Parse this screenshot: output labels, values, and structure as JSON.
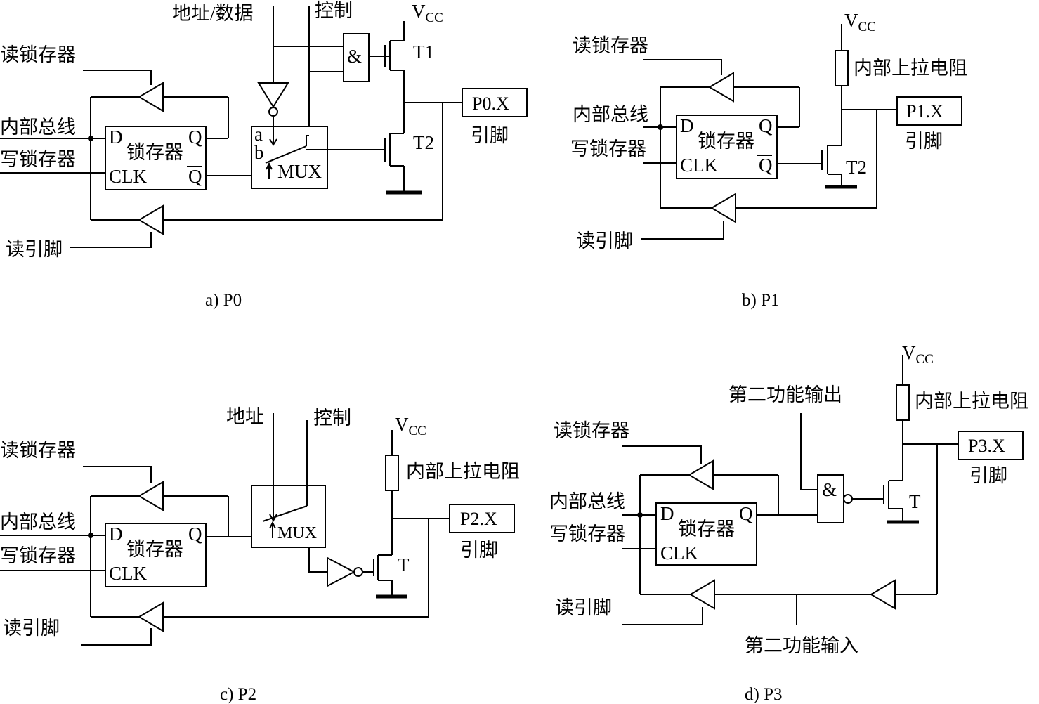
{
  "panels": {
    "a": {
      "caption": "a)  P0",
      "vcc": "V",
      "vcc_sub": "CC",
      "addr_data": "地址/数据",
      "control": "控制",
      "read_latch": "读锁存器",
      "internal_bus": "内部总线",
      "write_latch": "写锁存器",
      "read_pin": "读引脚",
      "latch": "锁存器",
      "d": "D",
      "q": "Q",
      "qbar": "Q",
      "clk": "CLK",
      "and_symbol": "&",
      "mux": "MUX",
      "mux_a": "a",
      "mux_b": "b",
      "t1": "T1",
      "t2": "T2",
      "pin_box": "P0.X",
      "pin_label": "引脚"
    },
    "b": {
      "caption": "b)  P1",
      "vcc": "V",
      "vcc_sub": "CC",
      "pullup": "内部上拉电阻",
      "read_latch": "读锁存器",
      "internal_bus": "内部总线",
      "write_latch": "写锁存器",
      "read_pin": "读引脚",
      "latch": "锁存器",
      "d": "D",
      "q": "Q",
      "qbar": "Q",
      "clk": "CLK",
      "t2": "T2",
      "pin_box": "P1.X",
      "pin_label": "引脚"
    },
    "c": {
      "caption": "c)  P2",
      "vcc": "V",
      "vcc_sub": "CC",
      "address": "地址",
      "control": "控制",
      "pullup": "内部上拉电阻",
      "read_latch": "读锁存器",
      "internal_bus": "内部总线",
      "write_latch": "写锁存器",
      "read_pin": "读引脚",
      "latch": "锁存器",
      "d": "D",
      "q": "Q",
      "clk": "CLK",
      "mux": "MUX",
      "t": "T",
      "pin_box": "P2.X",
      "pin_label": "引脚"
    },
    "d": {
      "caption": "d)  P3",
      "vcc": "V",
      "vcc_sub": "CC",
      "alt_out": "第二功能输出",
      "alt_in": "第二功能输入",
      "pullup": "内部上拉电阻",
      "read_latch": "读锁存器",
      "internal_bus": "内部总线",
      "write_latch": "写锁存器",
      "read_pin": "读引脚",
      "latch": "锁存器",
      "d": "D",
      "q": "Q",
      "clk": "CLK",
      "and_symbol": "&",
      "t": "T",
      "pin_box": "P3.X",
      "pin_label": "引脚"
    }
  }
}
